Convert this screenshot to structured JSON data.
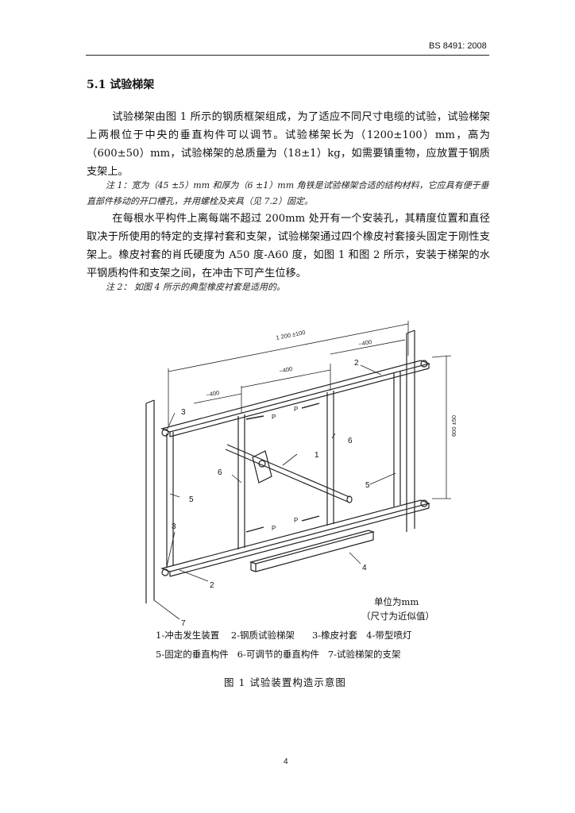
{
  "header": {
    "standard": "BS 8491: 2008"
  },
  "section": {
    "title": "5.1  试验梯架"
  },
  "paragraphs": {
    "p1": "试验梯架由图 1 所示的钢质框架组成，为了适应不同尺寸电缆的试验，试验梯架上两根位于中央的垂直构件可以调节。试验梯架长为（1200±100）mm，高为（600±50）mm，试验梯架的总质量为（18±1）kg，如需要镇重物，应放置于钢质支架上。",
    "note1": "注 1：宽为（45 ±5）mm 和厚为（6 ±1）mm 角铁是试验梯架合适的结构材料，它应具有便于垂直部件移动的开口槽孔，并用螺栓及夹具（见 7.2）固定。",
    "p2": "在每根水平构件上离每端不超过 200mm 处开有一个安装孔，其精度位置和直径取决于所使用的特定的支撑衬套和支架，试验梯架通过四个橡皮衬套接头固定于刚性支架上。橡皮衬套的肖氏硬度为 A50 度-A60 度，如图 1 和图 2 所示，安装于梯架的水平钢质构件和支架之间，在冲击下可产生位移。",
    "note2": "注 2：  如图 4 所示的典型橡皮衬套是适用的。"
  },
  "figure": {
    "dims": {
      "overall": "1 200 ±100",
      "left": "~400",
      "middle": "~400",
      "right": "~400",
      "height": "600 ±50"
    },
    "force_label": "P",
    "callouts": [
      "1",
      "2",
      "3",
      "4",
      "5",
      "6",
      "7"
    ],
    "units": "单位为mm",
    "approx": "（尺寸为近似值）",
    "legend_row1": "1-冲击发生装置    2-钢质试验梯架      3-橡皮衬套   4-带型喷灯",
    "legend_row2": "5-固定的垂直构件   6-可调节的垂直构件   7-试验梯架的支架",
    "caption": "图 1  试验装置构造示意图"
  },
  "footer": {
    "page_number": "4"
  }
}
